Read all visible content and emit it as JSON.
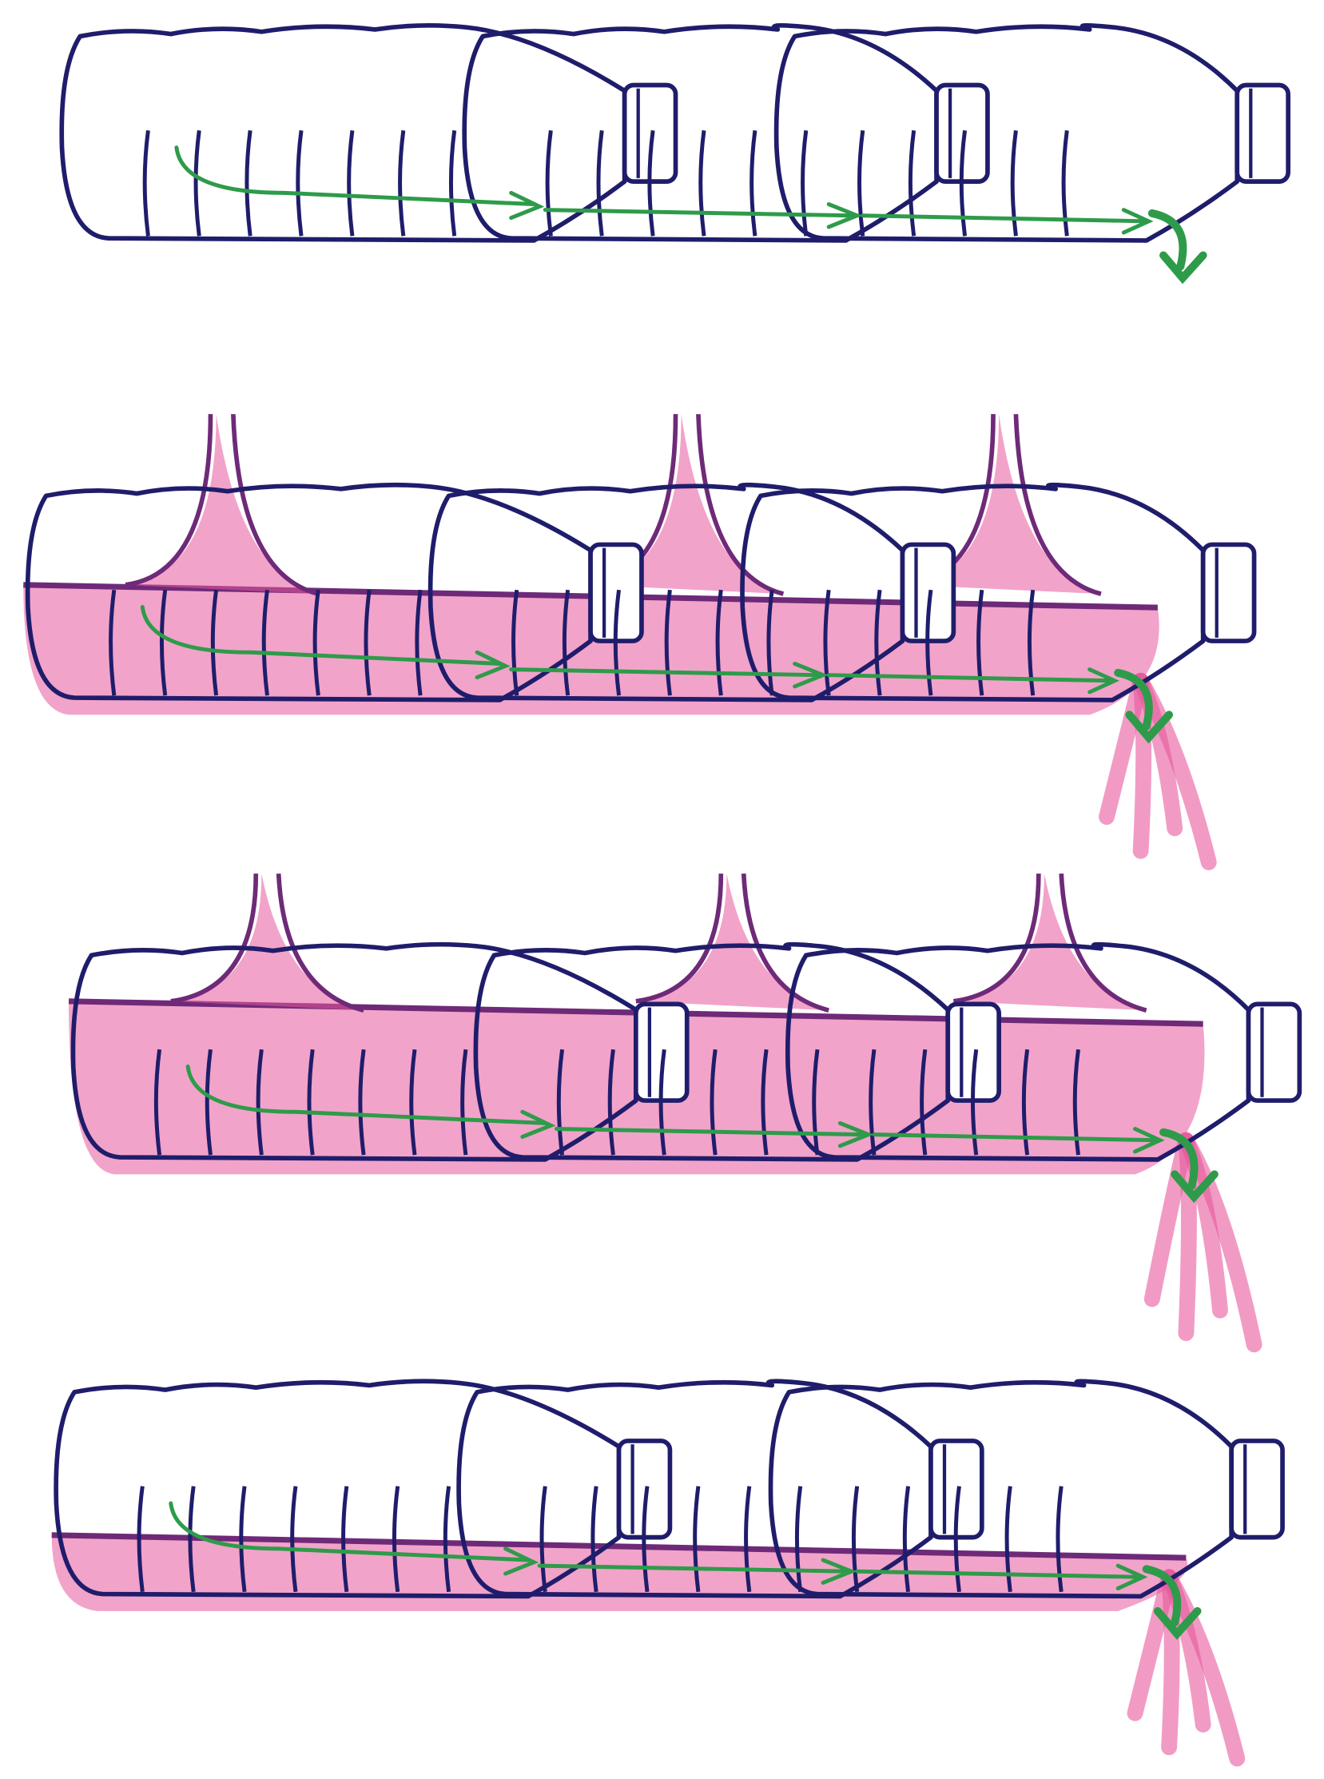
{
  "colors": {
    "outline": "#1f1d6b",
    "water": "#e8589c",
    "water_line": "#6e2a78",
    "arrow": "#2e9b4a",
    "background": "#ffffff"
  },
  "panels": [
    {
      "stage": "empty",
      "water_level": 0
    },
    {
      "stage": "filling-with-peaks",
      "water_level": 0.55
    },
    {
      "stage": "overflowing",
      "water_level": 0.75
    },
    {
      "stage": "low-flow",
      "water_level": 0.3
    }
  ]
}
